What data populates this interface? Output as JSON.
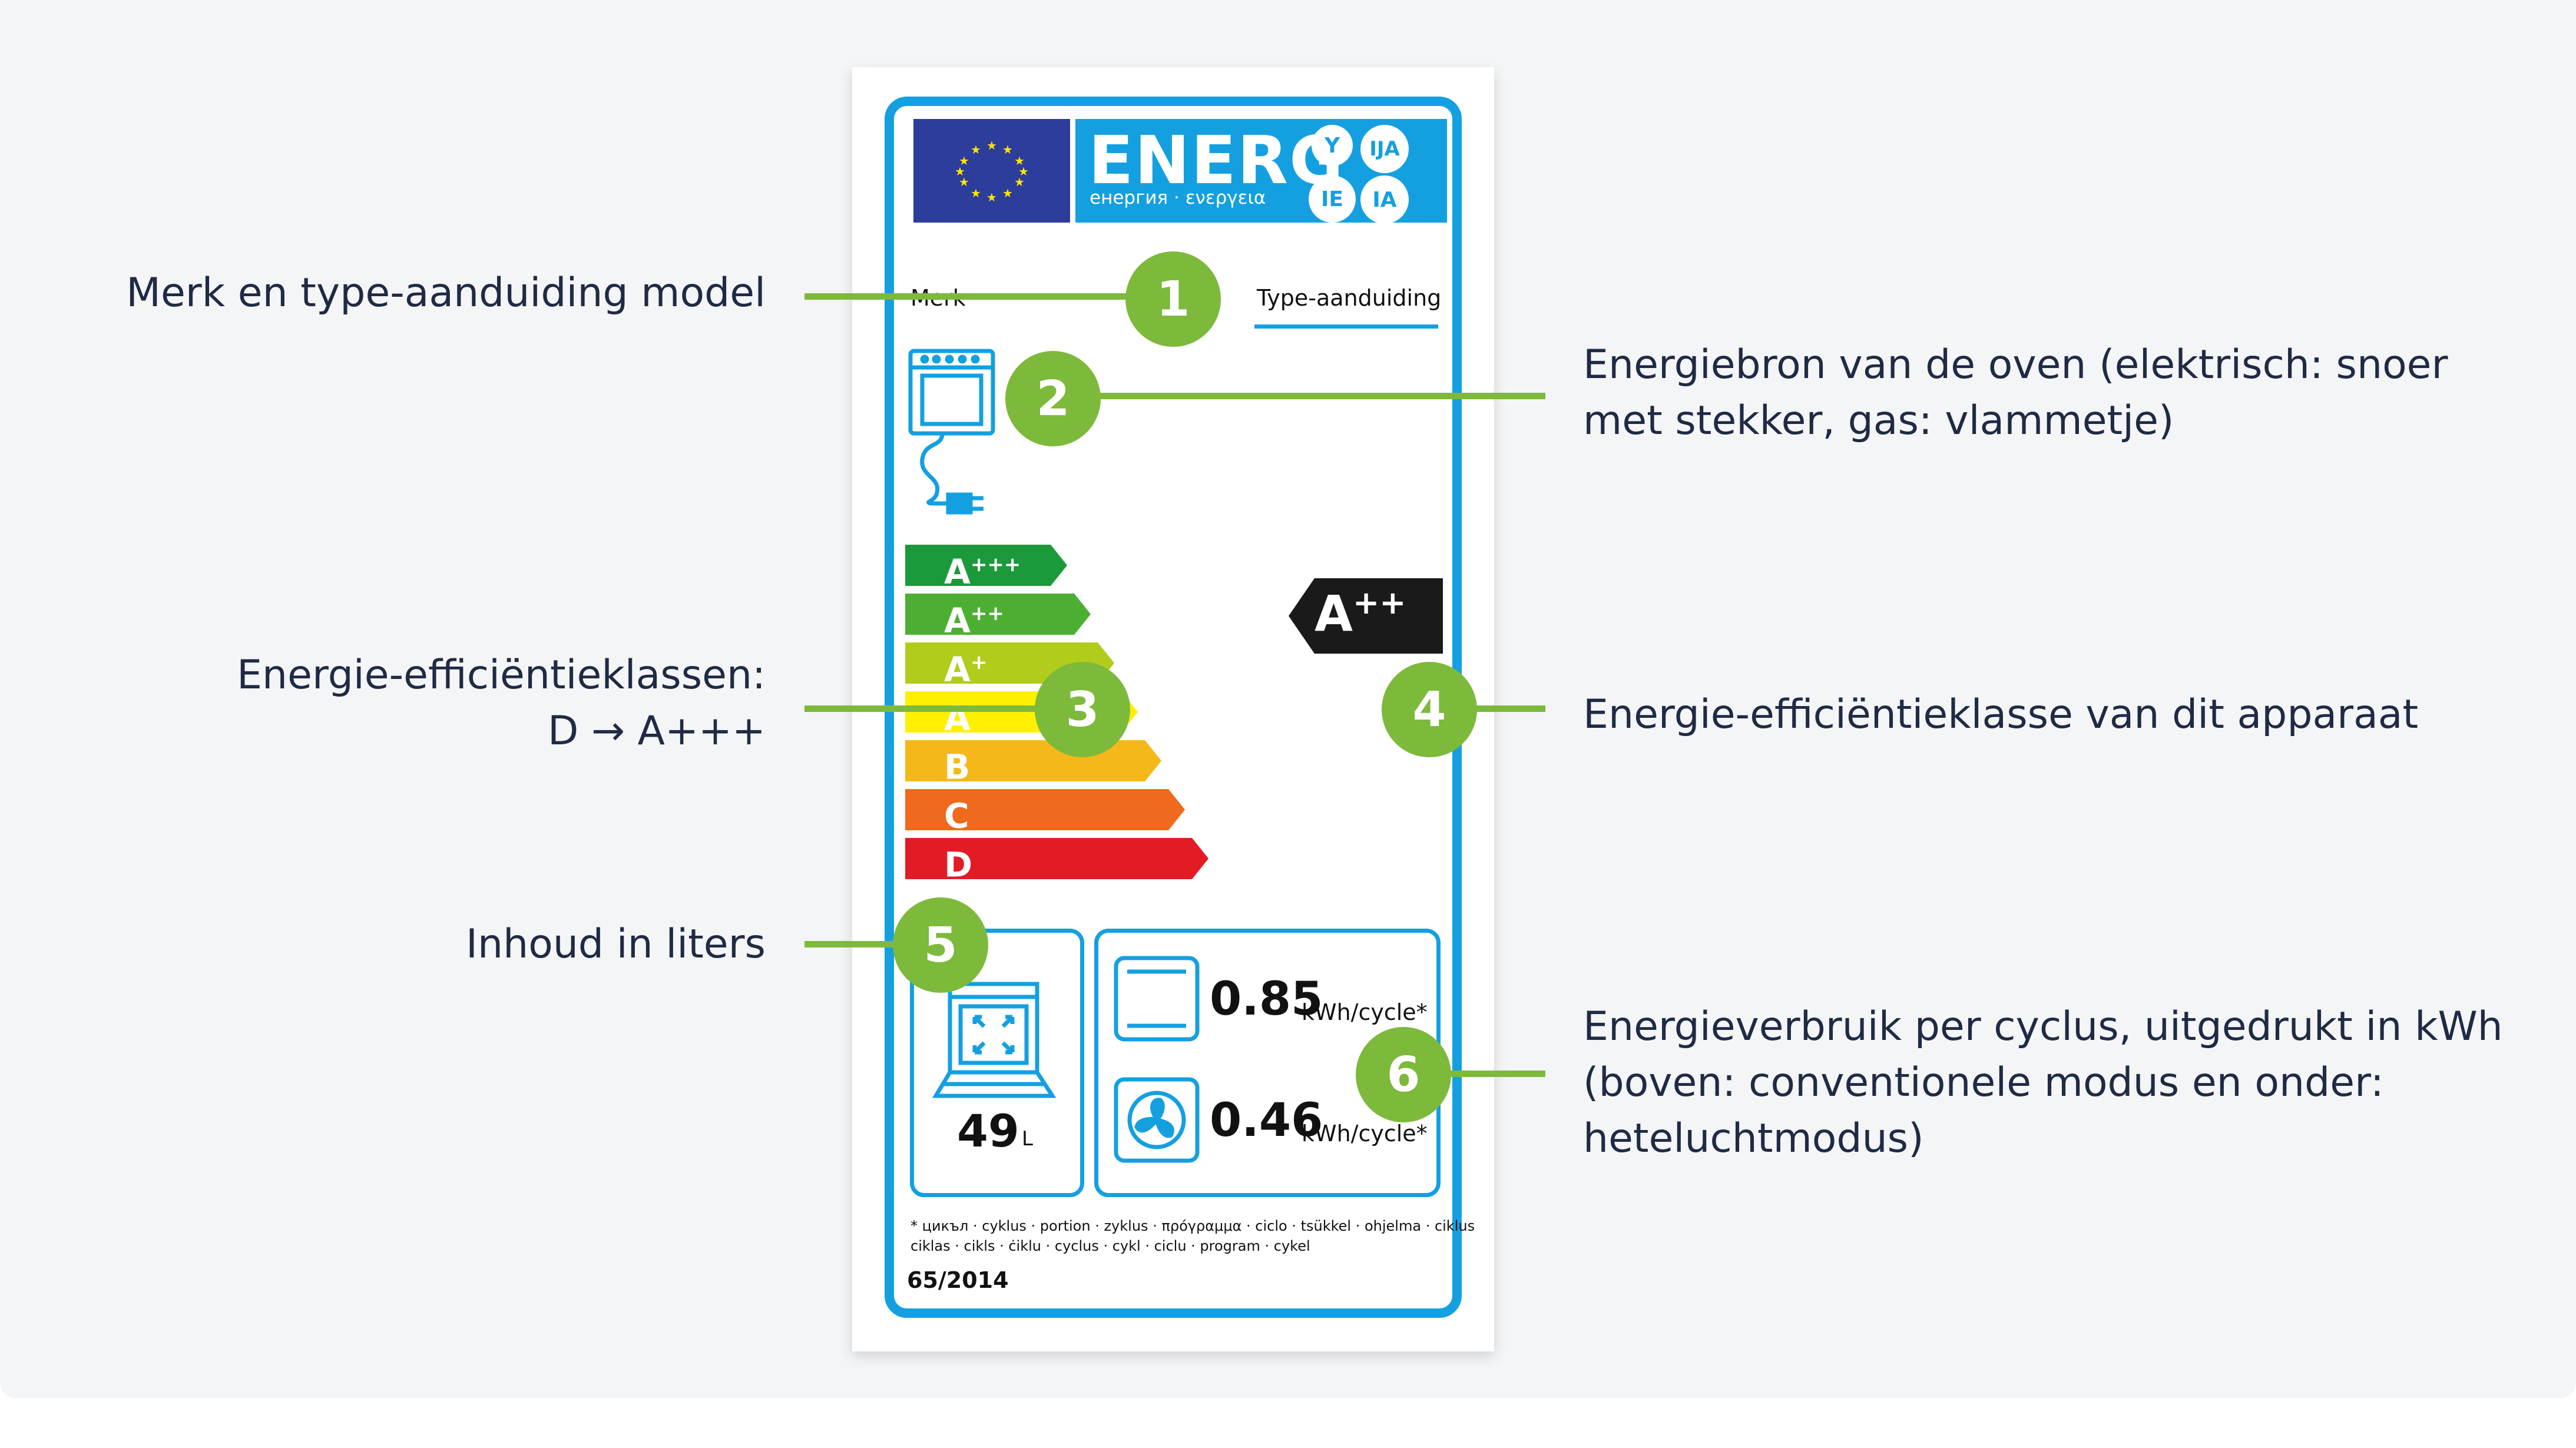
{
  "callouts": {
    "c1": "Merk en type-aanduiding model",
    "c2_line1": "Energiebron van de oven (elektrisch: snoer",
    "c2_line2": "met stekker, gas: vlammetje)",
    "c3_line1": "Energie-efficiëntieklassen:",
    "c3_line2": "D → A+++",
    "c4": "Energie-efficiëntieklasse van dit apparaat",
    "c5": "Inhoud in liters",
    "c6_line1": "Energieverbruik per cyclus, uitgedrukt in kWh",
    "c6_line2": "(boven: conventionele modus en onder:",
    "c6_line3": "heteluchtmodus)"
  },
  "badges": [
    "1",
    "2",
    "3",
    "4",
    "5",
    "6"
  ],
  "label": {
    "energ": "ENERG",
    "energ_sub": "енергия · ενεργεια",
    "lang_codes": [
      "Y",
      "IJA",
      "IE",
      "IA"
    ],
    "merk": "Merk",
    "type": "Type-aanduiding",
    "classes": [
      {
        "base": "A",
        "sup": "+++",
        "color": "#1a9a3a"
      },
      {
        "base": "A",
        "sup": "++",
        "color": "#4caf32"
      },
      {
        "base": "A",
        "sup": "+",
        "color": "#b2cc1c"
      },
      {
        "base": "A",
        "sup": "",
        "color": "#fff000"
      },
      {
        "base": "B",
        "sup": "",
        "color": "#f5b81a"
      },
      {
        "base": "C",
        "sup": "",
        "color": "#ef6a1c"
      },
      {
        "base": "D",
        "sup": "",
        "color": "#e21b25"
      }
    ],
    "rating": {
      "base": "A",
      "sup": "++"
    },
    "volume_value": "49",
    "volume_unit": "L",
    "conv_value": "0.85",
    "fan_value": "0.46",
    "unit": "kWh/cycle*",
    "footnote_line1": "* цикъл · cyklus · portion · zyklus · πρόγραμμα · ciclo · tsükkel · ohjelma · ciklus",
    "footnote_line2": "ciklas · cikls · ċiklu · cyclus · cykl · ciclu · program · cykel",
    "regulation": "65/2014"
  },
  "colors": {
    "accent_green": "#7db93b",
    "label_blue": "#14a0e0",
    "eu_blue": "#2d3d9b",
    "text": "#1f2a44"
  }
}
